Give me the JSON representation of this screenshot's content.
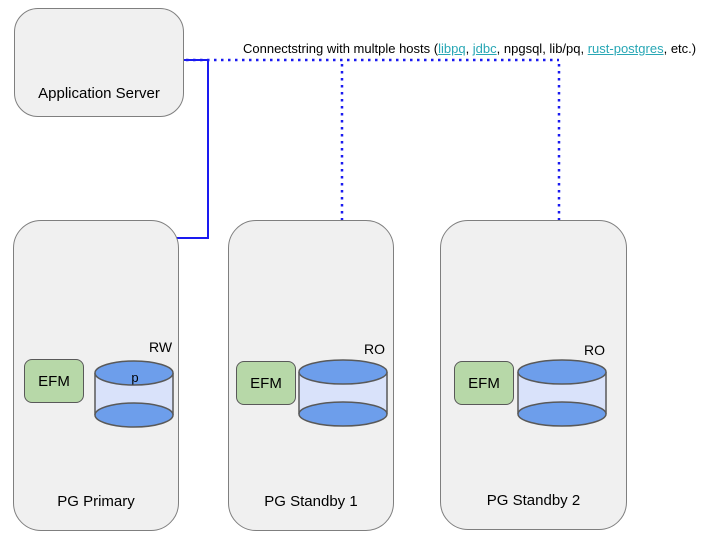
{
  "caption": {
    "prefix": "Connectstring with multple hosts (",
    "link_libpq": "libpq",
    "sep_1": ", ",
    "link_jdbc": "jdbc",
    "middle": ", npgsql, lib/pq, ",
    "link_rust_postgres": "rust-postgres",
    "suffix": ", etc.)"
  },
  "app_server": {
    "label": "Application Server"
  },
  "nodes": {
    "primary": {
      "label": "PG Primary",
      "efm_label": "EFM",
      "db_label": "p",
      "access_label": "RW"
    },
    "standby1": {
      "label": "PG Standby 1",
      "efm_label": "EFM",
      "db_label": "",
      "access_label": "RO"
    },
    "standby2": {
      "label": "PG Standby 2",
      "efm_label": "EFM",
      "db_label": "",
      "access_label": "RO"
    }
  },
  "colors": {
    "connector_blue": "#1a1af0",
    "link_teal": "#28a7b5",
    "node_fill": "#f0f0f0",
    "node_border": "#7f7f7f",
    "efm_fill": "#b7d8a8",
    "cylinder_ellipse_fill": "#6d9eeb",
    "cylinder_body_fill": "#d9e2fa",
    "shape_border": "#595959"
  }
}
